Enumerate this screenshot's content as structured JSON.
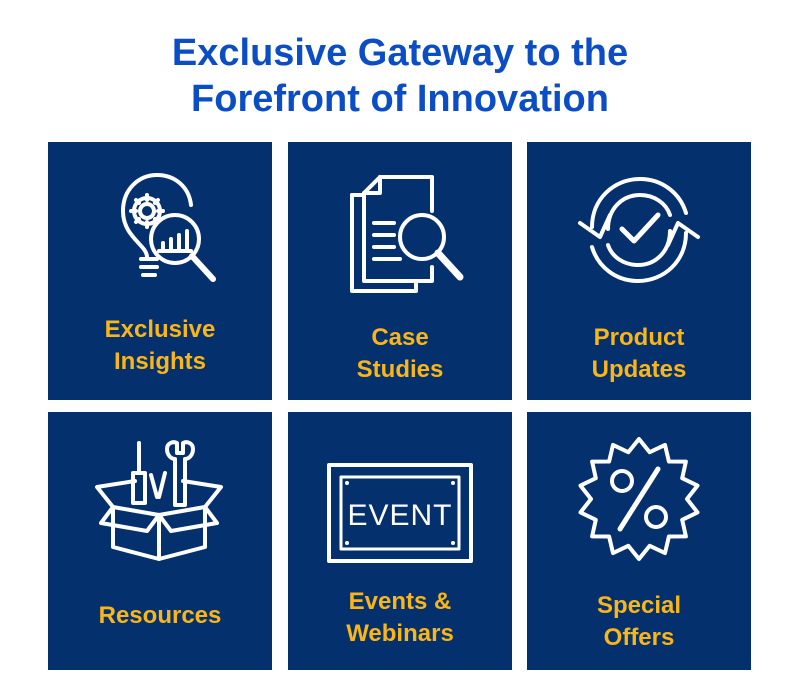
{
  "title": {
    "line1": "Exclusive Gateway to the",
    "line2": "Forefront of Innovation"
  },
  "colors": {
    "title": "#0a4dc4",
    "tile_bg": "#05306e",
    "label": "#f9b616",
    "icon": "#ffffff"
  },
  "tiles": [
    {
      "icon": "lightbulb-gear-analytics-icon",
      "line1": "Exclusive",
      "line2": "Insights"
    },
    {
      "icon": "documents-magnifier-icon",
      "line1": "Case",
      "line2": "Studies"
    },
    {
      "icon": "refresh-check-icon",
      "line1": "Product",
      "line2": "Updates"
    },
    {
      "icon": "toolbox-icon",
      "line1": "Resources",
      "line2": ""
    },
    {
      "icon": "event-sign-icon",
      "line1": "Events &",
      "line2": "Webinars",
      "sign_text": "EVENT"
    },
    {
      "icon": "percent-badge-icon",
      "line1": "Special",
      "line2": "Offers"
    }
  ]
}
